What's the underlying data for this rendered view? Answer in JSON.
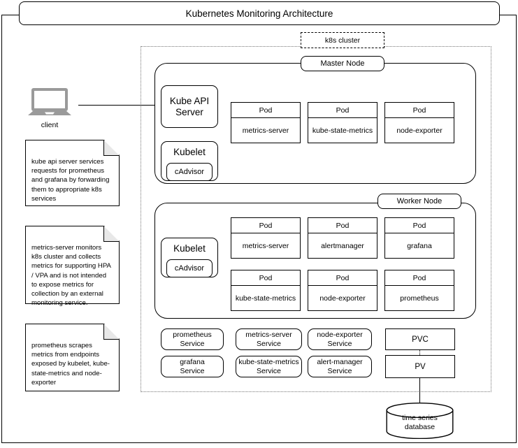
{
  "title": "Kubernetes Monitoring Architecture",
  "cluster": {
    "label": "k8s cluster"
  },
  "client": {
    "label": "client",
    "icon": "laptop-icon"
  },
  "master_node": {
    "label": "Master Node",
    "kube_api_server": "Kube API\nServer",
    "kube_api_server_line1": "Kube API",
    "kube_api_server_line2": "Server",
    "kubelet": "Kubelet",
    "cadvisor": "cAdvisor",
    "pods": [
      {
        "header": "Pod",
        "name": "metrics-server"
      },
      {
        "header": "Pod",
        "name": "kube-state-metrics"
      },
      {
        "header": "Pod",
        "name": "node-exporter"
      }
    ]
  },
  "worker_node": {
    "label": "Worker Node",
    "kubelet": "Kubelet",
    "cadvisor": "cAdvisor",
    "pods": [
      {
        "header": "Pod",
        "name": "metrics-server"
      },
      {
        "header": "Pod",
        "name": "alertmanager"
      },
      {
        "header": "Pod",
        "name": "grafana"
      },
      {
        "header": "Pod",
        "name": "kube-state-metrics"
      },
      {
        "header": "Pod",
        "name": "node-exporter"
      },
      {
        "header": "Pod",
        "name": "prometheus"
      }
    ]
  },
  "services": [
    {
      "line1": "prometheus",
      "line2": "Service"
    },
    {
      "line1": "metrics-server",
      "line2": "Service"
    },
    {
      "line1": "node-exporter",
      "line2": "Service"
    },
    {
      "line1": "grafana",
      "line2": "Service"
    },
    {
      "line1": "kube-state-metrics",
      "line2": "Service"
    },
    {
      "line1": "alert-manager",
      "line2": "Service"
    }
  ],
  "storage": {
    "pvc": "PVC",
    "pv": "PV",
    "database_line1": "time series",
    "database_line2": "database"
  },
  "notes": [
    {
      "text": "kube api server services requests for prometheus and grafana by forwarding them to appropriate k8s services"
    },
    {
      "text": "metrics-server monitors k8s cluster and collects metrics for supporting HPA / VPA and is not intended to expose metrics for collection by an external monitoring service."
    },
    {
      "text": "prometheus scrapes metrics from endpoints exposed by kubelet, kube-state-metrics and node-exporter"
    }
  ],
  "colors": {
    "stroke": "#000000",
    "background": "#ffffff",
    "client_icon": "#9a9a9a",
    "cluster_border": "#777777"
  }
}
